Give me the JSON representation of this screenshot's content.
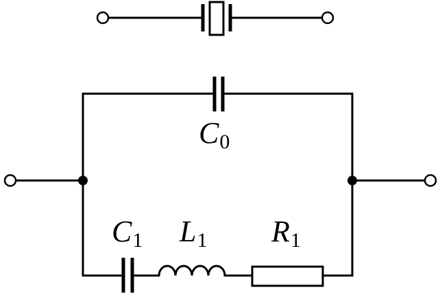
{
  "labels": {
    "c0": {
      "main": "C",
      "sub": "0"
    },
    "c1": {
      "main": "C",
      "sub": "1"
    },
    "l1": {
      "main": "L",
      "sub": "1"
    },
    "r1": {
      "main": "R",
      "sub": "1"
    }
  },
  "colors": {
    "line": "#000000",
    "background": "#ffffff"
  }
}
